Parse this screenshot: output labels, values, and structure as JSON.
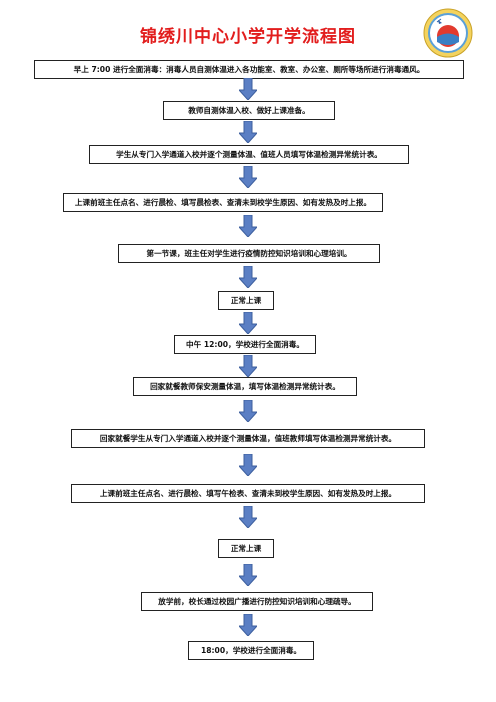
{
  "title": "锦绣川中心小学开学流程图",
  "colors": {
    "title": "#e21d1d",
    "arrow_fill": "#5b7fc4",
    "arrow_stroke": "#3d5f9e",
    "box_border": "#222222"
  },
  "logo_icon": "school-emblem-icon",
  "arrow_icon": "arrow-down-icon",
  "steps": [
    "早上 7:00 进行全面消毒：消毒人员自测体温进入各功能室、教室、办公室、厕所等场所进行消毒通风。",
    "教师自测体温入校、做好上课准备。",
    "学生从专门入学通道入校并逐个测量体温、值班人员填写体温检测异常统计表。",
    "上课前班主任点名、进行晨检、填写晨检表、查清未到校学生原因、如有发热及时上报。",
    "第一节课，班主任对学生进行疫情防控知识培训和心理培训。",
    "正常上课",
    "中午 12:00，学校进行全面消毒。",
    "回家就餐教师保安测量体温，填写体温检测异常统计表。",
    "回家就餐学生从专门入学通道入校并逐个测量体温，值班教师填写体温检测异常统计表。",
    "上课前班主任点名、进行晨检、填写午检表、查清未到校学生原因、如有发热及时上报。",
    "正常上课",
    "放学前，校长通过校园广播进行防控知识培训和心理疏导。",
    "18:00，学校进行全面消毒。"
  ]
}
